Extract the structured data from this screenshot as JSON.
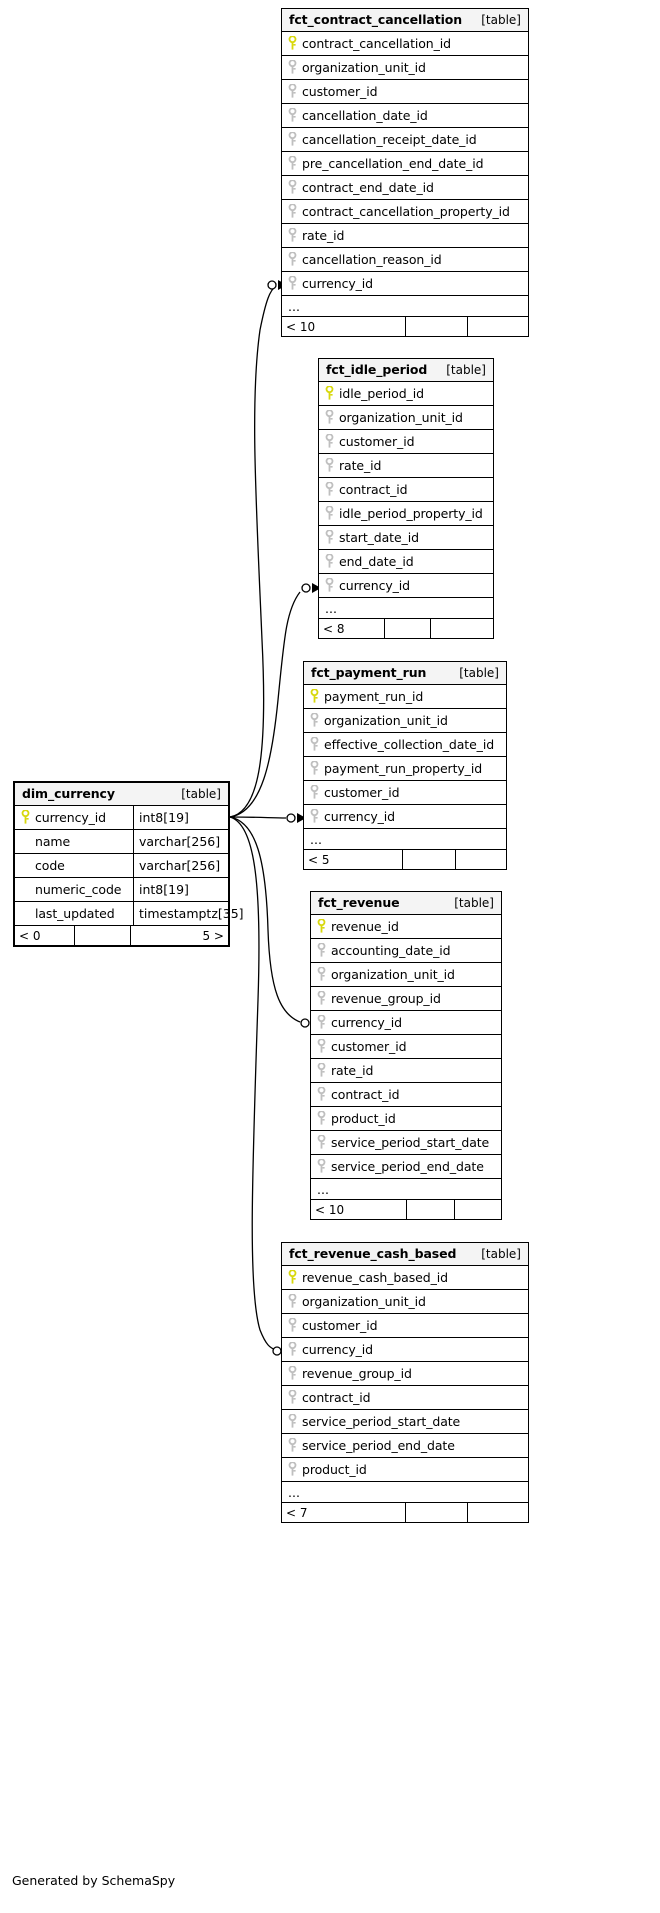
{
  "diagram": {
    "caption": "Generated by SchemaSpy",
    "kind_label": "[table]",
    "ellipsis": "...",
    "icons": {
      "primary_key": "primary-key-icon",
      "foreign_key": "foreign-key-icon"
    },
    "colors": {
      "primary_key": "#e8e80f",
      "foreign_key": "#bfbfbf",
      "header_bg": "#f4f4f4",
      "border": "#000000",
      "background": "#ffffff"
    }
  },
  "tables": [
    {
      "id": "fct_contract_cancellation",
      "name": "fct_contract_cancellation",
      "kind": "[table]",
      "columns": [
        {
          "name": "contract_cancellation_id",
          "key": "primary"
        },
        {
          "name": "organization_unit_id",
          "key": "foreign"
        },
        {
          "name": "customer_id",
          "key": "foreign"
        },
        {
          "name": "cancellation_date_id",
          "key": "foreign"
        },
        {
          "name": "cancellation_receipt_date_id",
          "key": "foreign"
        },
        {
          "name": "pre_cancellation_end_date_id",
          "key": "foreign"
        },
        {
          "name": "contract_end_date_id",
          "key": "foreign"
        },
        {
          "name": "contract_cancellation_property_id",
          "key": "foreign"
        },
        {
          "name": "rate_id",
          "key": "foreign"
        },
        {
          "name": "cancellation_reason_id",
          "key": "foreign"
        },
        {
          "name": "currency_id",
          "key": "foreign"
        }
      ],
      "has_ellipsis": true,
      "footer": {
        "left": "< 10",
        "mid": "",
        "right": ""
      }
    },
    {
      "id": "fct_idle_period",
      "name": "fct_idle_period",
      "kind": "[table]",
      "columns": [
        {
          "name": "idle_period_id",
          "key": "primary"
        },
        {
          "name": "organization_unit_id",
          "key": "foreign"
        },
        {
          "name": "customer_id",
          "key": "foreign"
        },
        {
          "name": "rate_id",
          "key": "foreign"
        },
        {
          "name": "contract_id",
          "key": "foreign"
        },
        {
          "name": "idle_period_property_id",
          "key": "foreign"
        },
        {
          "name": "start_date_id",
          "key": "foreign"
        },
        {
          "name": "end_date_id",
          "key": "foreign"
        },
        {
          "name": "currency_id",
          "key": "foreign"
        }
      ],
      "has_ellipsis": true,
      "footer": {
        "left": "< 8",
        "mid": "",
        "right": ""
      }
    },
    {
      "id": "fct_payment_run",
      "name": "fct_payment_run",
      "kind": "[table]",
      "columns": [
        {
          "name": "payment_run_id",
          "key": "primary"
        },
        {
          "name": "organization_unit_id",
          "key": "foreign"
        },
        {
          "name": "effective_collection_date_id",
          "key": "foreign"
        },
        {
          "name": "payment_run_property_id",
          "key": "foreign"
        },
        {
          "name": "customer_id",
          "key": "foreign"
        },
        {
          "name": "currency_id",
          "key": "foreign"
        }
      ],
      "has_ellipsis": true,
      "footer": {
        "left": "< 5",
        "mid": "",
        "right": ""
      }
    },
    {
      "id": "dim_currency",
      "name": "dim_currency",
      "kind": "[table]",
      "columns": [
        {
          "name": "currency_id",
          "key": "primary",
          "type": "int8[19]"
        },
        {
          "name": "name",
          "key": "none",
          "type": "varchar[256]"
        },
        {
          "name": "code",
          "key": "none",
          "type": "varchar[256]"
        },
        {
          "name": "numeric_code",
          "key": "none",
          "type": "int8[19]"
        },
        {
          "name": "last_updated",
          "key": "none",
          "type": "timestamptz[35]"
        }
      ],
      "has_ellipsis": false,
      "footer": {
        "left": "< 0",
        "mid": "",
        "right": "5 >"
      }
    },
    {
      "id": "fct_revenue",
      "name": "fct_revenue",
      "kind": "[table]",
      "columns": [
        {
          "name": "revenue_id",
          "key": "primary"
        },
        {
          "name": "accounting_date_id",
          "key": "foreign"
        },
        {
          "name": "organization_unit_id",
          "key": "foreign"
        },
        {
          "name": "revenue_group_id",
          "key": "foreign"
        },
        {
          "name": "currency_id",
          "key": "foreign"
        },
        {
          "name": "customer_id",
          "key": "foreign"
        },
        {
          "name": "rate_id",
          "key": "foreign"
        },
        {
          "name": "contract_id",
          "key": "foreign"
        },
        {
          "name": "product_id",
          "key": "foreign"
        },
        {
          "name": "service_period_start_date",
          "key": "foreign"
        },
        {
          "name": "service_period_end_date",
          "key": "foreign"
        }
      ],
      "has_ellipsis": true,
      "footer": {
        "left": "< 10",
        "mid": "",
        "right": ""
      }
    },
    {
      "id": "fct_revenue_cash_based",
      "name": "fct_revenue_cash_based",
      "kind": "[table]",
      "columns": [
        {
          "name": "revenue_cash_based_id",
          "key": "primary"
        },
        {
          "name": "organization_unit_id",
          "key": "foreign"
        },
        {
          "name": "customer_id",
          "key": "foreign"
        },
        {
          "name": "currency_id",
          "key": "foreign"
        },
        {
          "name": "revenue_group_id",
          "key": "foreign"
        },
        {
          "name": "contract_id",
          "key": "foreign"
        },
        {
          "name": "service_period_start_date",
          "key": "foreign"
        },
        {
          "name": "service_period_end_date",
          "key": "foreign"
        },
        {
          "name": "product_id",
          "key": "foreign"
        }
      ],
      "has_ellipsis": true,
      "footer": {
        "left": "< 7",
        "mid": "",
        "right": ""
      }
    }
  ],
  "relationships": [
    {
      "from": "dim_currency.currency_id",
      "to": "fct_contract_cancellation.currency_id"
    },
    {
      "from": "dim_currency.currency_id",
      "to": "fct_idle_period.currency_id"
    },
    {
      "from": "dim_currency.currency_id",
      "to": "fct_payment_run.currency_id"
    },
    {
      "from": "dim_currency.currency_id",
      "to": "fct_revenue.currency_id"
    },
    {
      "from": "dim_currency.currency_id",
      "to": "fct_revenue_cash_based.currency_id"
    }
  ]
}
